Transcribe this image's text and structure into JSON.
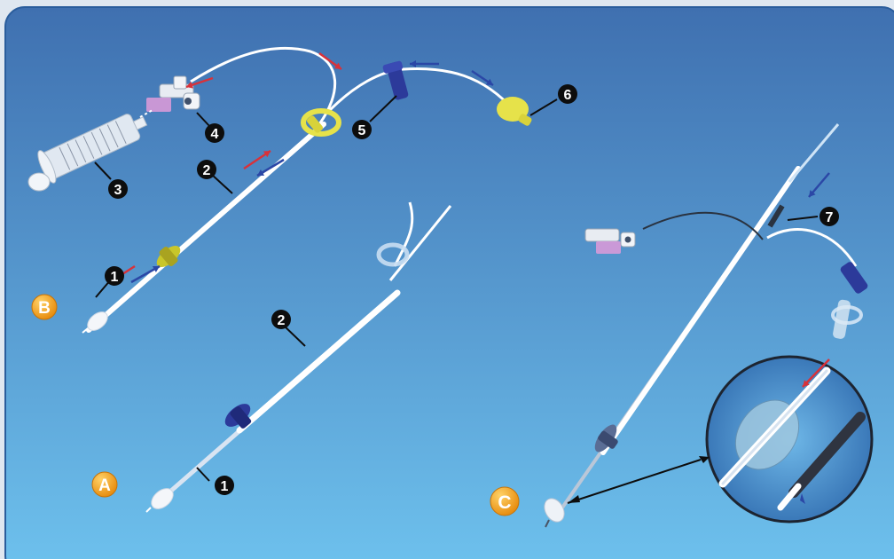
{
  "panel": {
    "bg_top": "#3f70b0",
    "bg_bottom": "#6ec2ee",
    "border": "#2a5d9c",
    "frame_bg": "#dfe7f0"
  },
  "colors": {
    "callout": "#0d0d0d",
    "section_badge": "#f4a21d",
    "arrow_red": "#d8323a",
    "arrow_blue": "#2b47a6",
    "yellow_hub": "#e6e24a",
    "navy_clamp": "#2c3a9a",
    "stopcock_pink": "#d79ad8"
  },
  "sections": {
    "a": "A",
    "b": "B",
    "c": "C"
  },
  "callouts": {
    "one": "1",
    "two": "2",
    "three": "3",
    "four": "4",
    "five": "5",
    "six": "6",
    "seven": "7"
  },
  "icons": {
    "syringe": "syringe-icon",
    "stopcock": "stopcock-icon",
    "clamp": "clamp-icon",
    "balloon": "balloon-icon",
    "magnifier": "magnifier-detail-icon"
  }
}
